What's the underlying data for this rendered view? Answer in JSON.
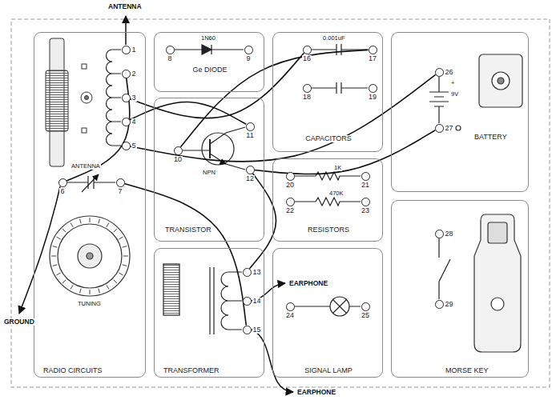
{
  "diagram": {
    "nodes": [
      {
        "text": [
          "RADIO CIRCUITS"
        ]
      },
      {
        "text": [
          "Ge DIODE"
        ]
      },
      {
        "text": [
          "CAPACITORS"
        ]
      },
      {
        "text": [
          "BATTERY"
        ]
      },
      {
        "text": [
          "TRANSISTOR"
        ]
      },
      {
        "text": [
          "RESISTORS"
        ]
      },
      {
        "text": [
          "TRANSFORMER"
        ]
      },
      {
        "text": [
          "SIGNAL LAMP"
        ]
      },
      {
        "text": [
          "MORSE KEY"
        ]
      },
      {
        "text": [
          "1"
        ],
        "in": 0
      },
      {
        "text": [
          "2"
        ],
        "in": 0
      },
      {
        "text": [
          "3"
        ],
        "in": 0
      },
      {
        "text": [
          "4"
        ],
        "in": 0
      },
      {
        "text": [
          "5"
        ],
        "in": 0
      },
      {
        "text": [
          "6"
        ],
        "in": 0
      },
      {
        "text": [
          "7"
        ],
        "in": 0
      },
      {
        "text": [
          "8"
        ],
        "in": 1
      },
      {
        "text": [
          "9"
        ],
        "in": 1
      },
      {
        "text": [
          "10"
        ],
        "in": 4
      },
      {
        "text": [
          "11"
        ],
        "in": 4
      },
      {
        "text": [
          "12"
        ],
        "in": 4
      },
      {
        "text": [
          "13"
        ],
        "in": 6
      },
      {
        "text": [
          "14"
        ],
        "in": 6
      },
      {
        "text": [
          "15"
        ],
        "in": 6
      },
      {
        "text": [
          "16"
        ],
        "in": 2
      },
      {
        "text": [
          "17"
        ],
        "in": 2
      },
      {
        "text": [
          "18"
        ],
        "in": 2
      },
      {
        "text": [
          "19"
        ],
        "in": 2
      },
      {
        "text": [
          "20"
        ],
        "in": 5
      },
      {
        "text": [
          "21"
        ],
        "in": 5
      },
      {
        "text": [
          "22"
        ],
        "in": 5
      },
      {
        "text": [
          "23"
        ],
        "in": 5
      },
      {
        "text": [
          "24"
        ],
        "in": 7
      },
      {
        "text": [
          "25"
        ],
        "in": 7
      },
      {
        "text": [
          "26"
        ],
        "in": 3
      },
      {
        "text": [
          "27"
        ],
        "in": 3
      },
      {
        "text": [
          "28"
        ],
        "in": 8
      },
      {
        "text": [
          "29"
        ],
        "in": 8
      }
    ],
    "edges": [
      {
        "from": 10,
        "to": 14,
        "arrow": "none"
      },
      {
        "from": 11,
        "to": 24,
        "arrow": "none"
      },
      {
        "from": 25,
        "to": 18,
        "arrow": "none"
      },
      {
        "from": 12,
        "to": 19,
        "arrow": "none"
      },
      {
        "from": 13,
        "to": 34,
        "arrow": "none"
      },
      {
        "from": 15,
        "to": 23,
        "arrow": "none"
      },
      {
        "from": 20,
        "to": 21,
        "arrow": "none"
      },
      {
        "from": 20,
        "to": 35,
        "arrow": "none"
      }
    ],
    "labels": [
      "ANTENNA",
      "GROUND",
      "EARPHONE",
      "EARPHONE",
      "1N60",
      "0.001uF",
      "1K",
      "470K",
      "NPN",
      "ANTENNA",
      "TUNING",
      "+",
      "9V"
    ]
  }
}
